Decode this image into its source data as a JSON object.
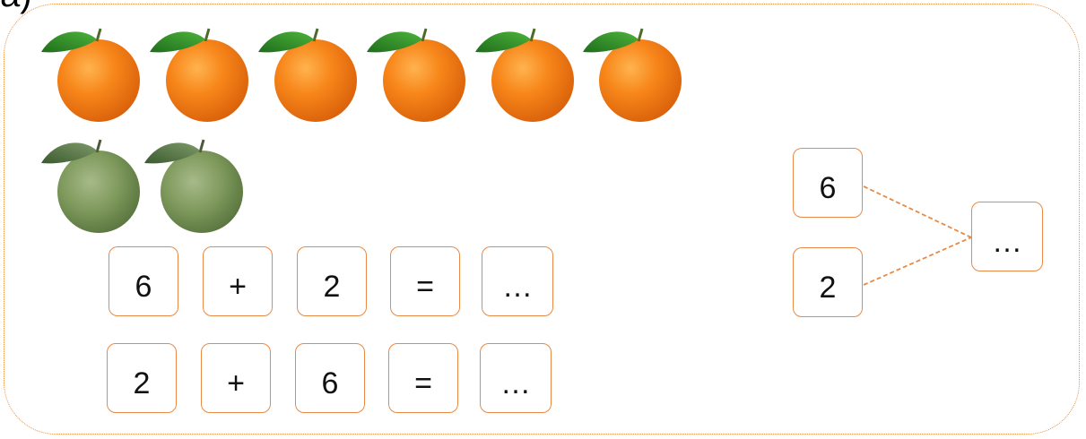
{
  "corner_label": "a)",
  "equations": [
    [
      "6",
      "+",
      "2",
      "=",
      "…"
    ],
    [
      "2",
      "+",
      "6",
      "=",
      "…"
    ]
  ],
  "number_bond": {
    "part_top": "6",
    "part_bottom": "2",
    "whole": "…"
  },
  "colors": {
    "frame": "#e3924a",
    "box_border": "#e88a45",
    "orange_fruit": "#f28a1e",
    "green_fruit": "#7e9a5b",
    "leaf": "#2e8b2a"
  },
  "icons": {
    "orange": "orange-fruit-icon",
    "green": "green-fruit-icon"
  },
  "counts": {
    "orange_fruits": 6,
    "green_fruits": 2
  }
}
